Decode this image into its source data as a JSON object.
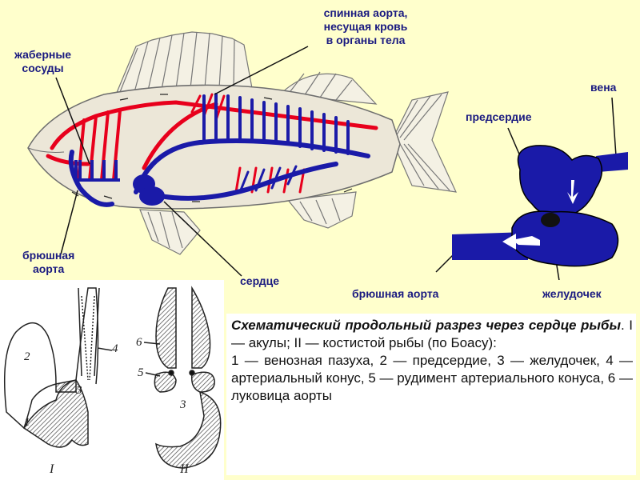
{
  "labels": {
    "gill_vessels": [
      "жаберные",
      "сосуды"
    ],
    "dorsal_aorta": [
      "спинная аорта,",
      "несущая кровь",
      "в органы тела"
    ],
    "ventral_aorta_left": [
      "брюшная",
      "аорта"
    ],
    "heart": "сердце",
    "vein": "вена",
    "atrium": "предсердие",
    "ventral_aorta_right": "брюшная аорта",
    "ventricle": "желудочек"
  },
  "sketch": {
    "numbers": {
      "n1": "1",
      "n2": "2",
      "n3": "3",
      "n4": "4",
      "n3b": "3",
      "n5": "5",
      "n6": "6"
    },
    "roman": {
      "one": "I",
      "two": "II"
    }
  },
  "caption": {
    "title": "Схематический продольный разрез через сердце рыбы",
    "text": ". I — акулы; II — костистой рыбы (по Боасу):",
    "legend": "1 — венозная пазуха, 2 — предсердие, 3 — желудочек, 4 — артериальный конус, 5 — рудимент артериального конуса, 6 — луковица аорты"
  },
  "colors": {
    "background": "#ffffcc",
    "label_text": "#1a1a80",
    "artery_red": "#e8001c",
    "vein_blue": "#1a1aa8",
    "fish_body": "#ece7d8"
  }
}
